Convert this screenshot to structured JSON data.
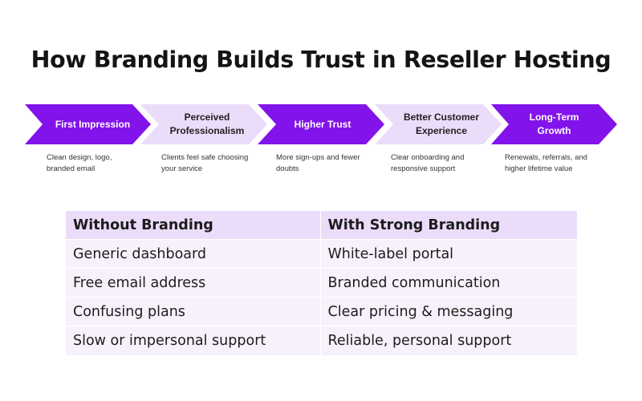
{
  "title": "How Branding Builds Trust in Reseller Hosting",
  "flow": {
    "steps": [
      {
        "label": "First Impression",
        "description": "Clean design, logo,\nbranded email"
      },
      {
        "label": "Perceived\nProfessionalism",
        "description": "Clients feel safe choosing\nyour service"
      },
      {
        "label": "Higher Trust",
        "description": "More sign-ups and fewer\ndoubts"
      },
      {
        "label": "Better Customer\nExperience",
        "description": "Clear onboarding and\nresponsive support"
      },
      {
        "label": "Long-Term\nGrowth",
        "description": "Renewals, referrals, and\nhigher lifetime value"
      }
    ],
    "colors": {
      "dark": "#8213ea",
      "light": "#ebdcfa"
    }
  },
  "comparison": {
    "headers": [
      "Without Branding",
      "With Strong Branding"
    ],
    "rows": [
      [
        "Generic dashboard",
        "White-label portal"
      ],
      [
        "Free email address",
        "Branded communication"
      ],
      [
        "Confusing plans",
        "Clear pricing & messaging"
      ],
      [
        "Slow or impersonal support",
        "Reliable, personal support"
      ]
    ],
    "colors": {
      "header": "#ebdcfa",
      "row": "#f7f1fc"
    }
  }
}
